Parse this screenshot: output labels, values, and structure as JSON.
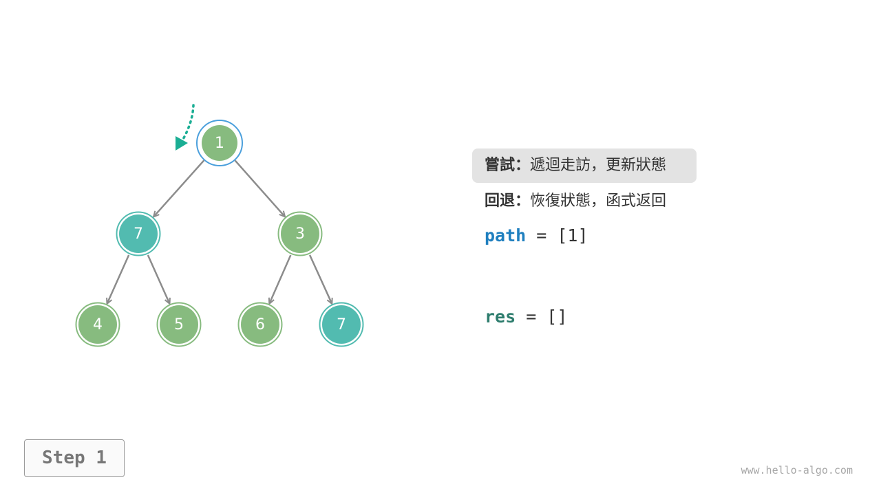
{
  "tree": {
    "nodes": [
      {
        "id": "n1",
        "value": "1",
        "state": "current"
      },
      {
        "id": "n2",
        "value": "7",
        "state": "match"
      },
      {
        "id": "n3",
        "value": "3",
        "state": "normal"
      },
      {
        "id": "n4",
        "value": "4",
        "state": "normal"
      },
      {
        "id": "n5",
        "value": "5",
        "state": "normal"
      },
      {
        "id": "n6",
        "value": "6",
        "state": "normal"
      },
      {
        "id": "n7",
        "value": "7",
        "state": "match"
      }
    ],
    "edges": [
      [
        "n1",
        "n2"
      ],
      [
        "n1",
        "n3"
      ],
      [
        "n2",
        "n4"
      ],
      [
        "n2",
        "n5"
      ],
      [
        "n3",
        "n6"
      ],
      [
        "n3",
        "n7"
      ]
    ],
    "colors": {
      "normal_fill": "#87bb7f",
      "normal_ring": "#87bb7f",
      "match_fill": "#52bbb0",
      "match_ring": "#52bbb0",
      "current_ring": "#4a9fdc",
      "edge": "#8c8c8c",
      "pointer": "#1aae94"
    }
  },
  "legend": {
    "try_label": "嘗試：",
    "try_text": "遞迴走訪，更新狀態",
    "back_label": "回退：",
    "back_text": "恢復狀態，函式返回"
  },
  "code": {
    "path_name": "path",
    "path_value": " = [1]",
    "res_name": "res",
    "res_value": " = []"
  },
  "step_label": "Step 1",
  "watermark": "www.hello-algo.com"
}
